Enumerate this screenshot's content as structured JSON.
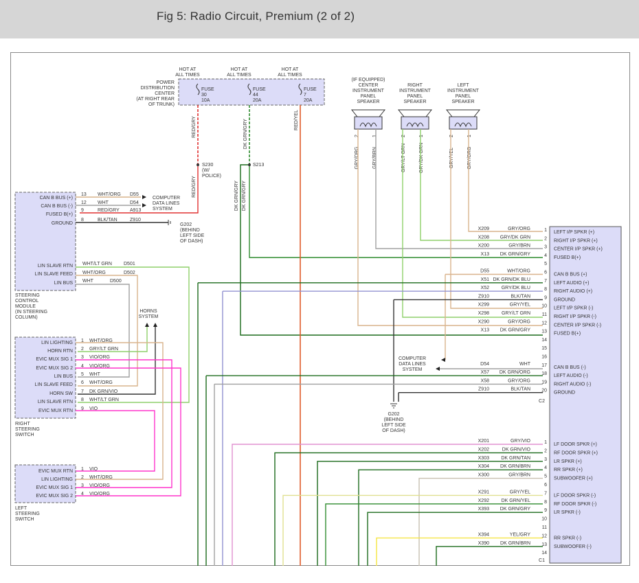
{
  "title": "Fig 5: Radio Circuit, Premium (2 of 2)",
  "colors": {
    "red": "#e03030",
    "green": "#2e8b2e",
    "dkgreen": "#1a6a1a",
    "ltgreen": "#8ecf6a",
    "violet": "#ff33cc",
    "tan": "#d9b38c",
    "gray": "#a0a0a0",
    "blue": "#9090d0",
    "orange": "#e05a28",
    "black": "#333333",
    "yellow": "#f5e542",
    "box": "#dcdcf8"
  },
  "pdc": {
    "label": [
      "POWER",
      "DISTRIBUTION",
      "CENTER",
      "(AT RIGHT REAR",
      "OF TRUNK)"
    ],
    "hot": [
      "HOT AT",
      "ALL TIMES"
    ],
    "fuses": [
      {
        "name": "FUSE",
        "num": "30",
        "amp": "10A",
        "wire": "RED/GRY"
      },
      {
        "name": "FUSE",
        "num": "44",
        "amp": "20A",
        "wire": "DK GRN/GRY"
      },
      {
        "name": "FUSE",
        "num": "7",
        "amp": "20A",
        "wire": "RED/YEL"
      }
    ]
  },
  "splices": {
    "s230": [
      "S230",
      "(W/",
      "POLICE)"
    ],
    "s213": "S213",
    "s230_wire": "RED/GRY",
    "s213_wire": [
      "DK GRN/GRY",
      "DK GRN/GRY"
    ]
  },
  "speakers": [
    {
      "label": [
        "(IF EQUIPPED)",
        "CENTER",
        "INSTRUMENT",
        "PANEL",
        "SPEAKER"
      ],
      "pins": [
        "2",
        "1"
      ],
      "wires": [
        "GRY/ORG",
        "GRY/BRN"
      ]
    },
    {
      "label": [
        "RIGHT",
        "INSTRUMENT",
        "PANEL",
        "SPEAKER"
      ],
      "pins": [
        "2",
        "1"
      ],
      "wires": [
        "GRY/LT GRN",
        "GRY/DK GRN"
      ]
    },
    {
      "label": [
        "LEFT",
        "INSTRUMENT",
        "PANEL",
        "SPEAKER"
      ],
      "pins": [
        "2",
        "1"
      ],
      "wires": [
        "GRY/YEL",
        "GRY/ORG"
      ]
    }
  ],
  "scm": {
    "pins": [
      "CAN B BUS (+)",
      "CAN B BUS (-)",
      "FUSED B(+)",
      "GROUND",
      "LIN SLAVE RTN",
      "LIN SLAVE FEED",
      "LIN BUS"
    ],
    "label": [
      "STEERING",
      "CONTROL",
      "MODULE",
      "(IN STEERING",
      "COLUMN)"
    ],
    "wires": [
      {
        "pin": "13",
        "color": "WHT/ORG",
        "circuit": "D55"
      },
      {
        "pin": "12",
        "color": "WHT",
        "circuit": "D54"
      },
      {
        "pin": "9",
        "color": "RED/GRY",
        "circuit": "A913"
      },
      {
        "pin": "8",
        "color": "BLK/TAN",
        "circuit": "Z910"
      },
      {
        "pin": "",
        "color": "WHT/LT GRN",
        "circuit": "D501"
      },
      {
        "pin": "",
        "color": "WHT/ORG",
        "circuit": "D502"
      },
      {
        "pin": "",
        "color": "WHT",
        "circuit": "D500"
      }
    ],
    "computer": [
      "COMPUTER",
      "DATA LINES",
      "SYSTEM"
    ],
    "g202": [
      "G202",
      "(BEHIND",
      "LEFT SIDE",
      "OF DASH)"
    ]
  },
  "horns": [
    "HORNS",
    "SYSTEM"
  ],
  "rss": {
    "pins": [
      "LIN LIGHTING",
      "HORN RTN",
      "EVIC MUX SIG 1",
      "EVIC MUX SIG 2",
      "LIN BUS",
      "LIN SLAVE FEED",
      "HORN SW",
      "LIN SLAVE RTN",
      "EVIC MUX RTN"
    ],
    "nums": [
      "1",
      "2",
      "3",
      "4",
      "5",
      "6",
      "7",
      "8",
      "9"
    ],
    "colors": [
      "WHT/ORG",
      "GRY/LT GRN",
      "VIO/ORG",
      "VIO/ORG",
      "WHT",
      "WHT/ORG",
      "DK GRN/VIO",
      "WHT/LT GRN",
      "VIO"
    ],
    "label": [
      "RIGHT",
      "STEERING",
      "SWITCH"
    ]
  },
  "lss": {
    "pins": [
      "EVIC MUX RTN",
      "LIN LIGHTING",
      "EVIC MUX SIG 1",
      "EVIC MUX SIG 2"
    ],
    "nums": [
      "1",
      "2",
      "3",
      "4"
    ],
    "colors": [
      "VIO",
      "WHT/ORG",
      "VIO/ORG",
      "VIO/ORG"
    ],
    "label": [
      "LEFT",
      "STEERING",
      "SWITCH"
    ]
  },
  "c2": {
    "rows": [
      {
        "ckt": "X209",
        "color": "GRY/ORG",
        "pin": "1",
        "func": "LEFT I/P SPKR (+)"
      },
      {
        "ckt": "X208",
        "color": "GRY/DK GRN",
        "pin": "2",
        "func": "RIGHT I/P SPKR (+)"
      },
      {
        "ckt": "X200",
        "color": "GRY/BRN",
        "pin": "3",
        "func": "CENTER I/P SPKR (+)"
      },
      {
        "ckt": "X13",
        "color": "DK GRN/GRY",
        "pin": "4",
        "func": "FUSED B(+)"
      },
      {
        "ckt": "",
        "color": "",
        "pin": "5",
        "func": ""
      },
      {
        "ckt": "D55",
        "color": "WHT/ORG",
        "pin": "6",
        "func": "CAN B BUS (+)"
      },
      {
        "ckt": "X51",
        "color": "DK GRN/DK BLU",
        "pin": "7",
        "func": "LEFT AUDIO (+)"
      },
      {
        "ckt": "X52",
        "color": "GRY/DK BLU",
        "pin": "8",
        "func": "RIGHT AUDIO (+)"
      },
      {
        "ckt": "Z910",
        "color": "BLK/TAN",
        "pin": "9",
        "func": "GROUND"
      },
      {
        "ckt": "X299",
        "color": "GRY/YEL",
        "pin": "10",
        "func": "LEFT I/P SPKR (-)"
      },
      {
        "ckt": "X298",
        "color": "GRY/LT GRN",
        "pin": "11",
        "func": "RIGHT I/P SPKR (-)"
      },
      {
        "ckt": "X290",
        "color": "GRY/ORG",
        "pin": "12",
        "func": "CENTER I/P SPKR (-)"
      },
      {
        "ckt": "X13",
        "color": "DK GRN/GRY",
        "pin": "13",
        "func": "FUSED B(+)"
      },
      {
        "ckt": "",
        "color": "",
        "pin": "14",
        "func": ""
      },
      {
        "ckt": "",
        "color": "",
        "pin": "15",
        "func": ""
      },
      {
        "ckt": "",
        "color": "",
        "pin": "16",
        "func": ""
      },
      {
        "ckt": "D54",
        "color": "WHT",
        "pin": "17",
        "func": "CAN B BUS (-)"
      },
      {
        "ckt": "X57",
        "color": "DK GRN/ORG",
        "pin": "18",
        "func": "LEFT AUDIO (-)"
      },
      {
        "ckt": "X58",
        "color": "GRY/ORG",
        "pin": "19",
        "func": "RIGHT AUDIO (-)"
      },
      {
        "ckt": "Z910",
        "color": "BLK/TAN",
        "pin": "20",
        "func": "GROUND"
      }
    ],
    "connector": "C2",
    "computer": [
      "COMPUTER",
      "DATA LINES",
      "SYSTEM"
    ],
    "g202": [
      "G202",
      "(BEHIND",
      "LEFT SIDE",
      "OF DASH)"
    ]
  },
  "c1": {
    "rows": [
      {
        "ckt": "X201",
        "color": "GRY/VIO",
        "pin": "1",
        "func": "LF DOOR SPKR (+)"
      },
      {
        "ckt": "X202",
        "color": "DK GRN/VIO",
        "pin": "2",
        "func": "RF DOOR SPKR (+)"
      },
      {
        "ckt": "X303",
        "color": "DK GRN/TAN",
        "pin": "3",
        "func": "LR SPKR (+)"
      },
      {
        "ckt": "X304",
        "color": "DK GRN/BRN",
        "pin": "4",
        "func": "RR SPKR (+)"
      },
      {
        "ckt": "X300",
        "color": "GRY/BRN",
        "pin": "5",
        "func": "SUBWOOFER (+)"
      },
      {
        "ckt": "",
        "color": "",
        "pin": "6",
        "func": ""
      },
      {
        "ckt": "X291",
        "color": "GRY/YEL",
        "pin": "7",
        "func": "LF DOOR SPKR (-)"
      },
      {
        "ckt": "X292",
        "color": "DK GRN/YEL",
        "pin": "8",
        "func": "RF DOOR SPKR (-)"
      },
      {
        "ckt": "X393",
        "color": "DK GRN/GRY",
        "pin": "9",
        "func": "LR SPKR (-)"
      },
      {
        "ckt": "",
        "color": "",
        "pin": "10",
        "func": ""
      },
      {
        "ckt": "",
        "color": "",
        "pin": "11",
        "func": ""
      },
      {
        "ckt": "X394",
        "color": "YEL/GRY",
        "pin": "12",
        "func": "RR SPKR (-)"
      },
      {
        "ckt": "X390",
        "color": "DK GRN/BRN",
        "pin": "13",
        "func": "SUBWOOFER (-)"
      },
      {
        "ckt": "",
        "color": "",
        "pin": "14",
        "func": ""
      }
    ],
    "connector": "C1"
  }
}
